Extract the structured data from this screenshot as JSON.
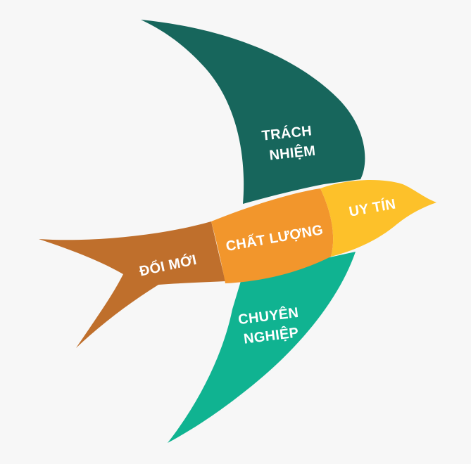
{
  "diagram": {
    "type": "swallow-bird-values",
    "colors": {
      "background": "#f7f7f7",
      "upper_wing": "#17665c",
      "lower_wing": "#10b391",
      "tail": "#bf6f2c",
      "body": "#f2962c",
      "head": "#fdc12a",
      "text": "#ffffff"
    },
    "segments": {
      "upper_wing": {
        "line1": "TRÁCH",
        "line2": "NHIỆM"
      },
      "lower_wing": {
        "line1": "CHUYÊN",
        "line2": "NGHIỆP"
      },
      "tail": {
        "label": "ĐỔI MỚI"
      },
      "body": {
        "label": "CHẤT LƯỢNG"
      },
      "head": {
        "label": "UY TÍN"
      }
    }
  }
}
